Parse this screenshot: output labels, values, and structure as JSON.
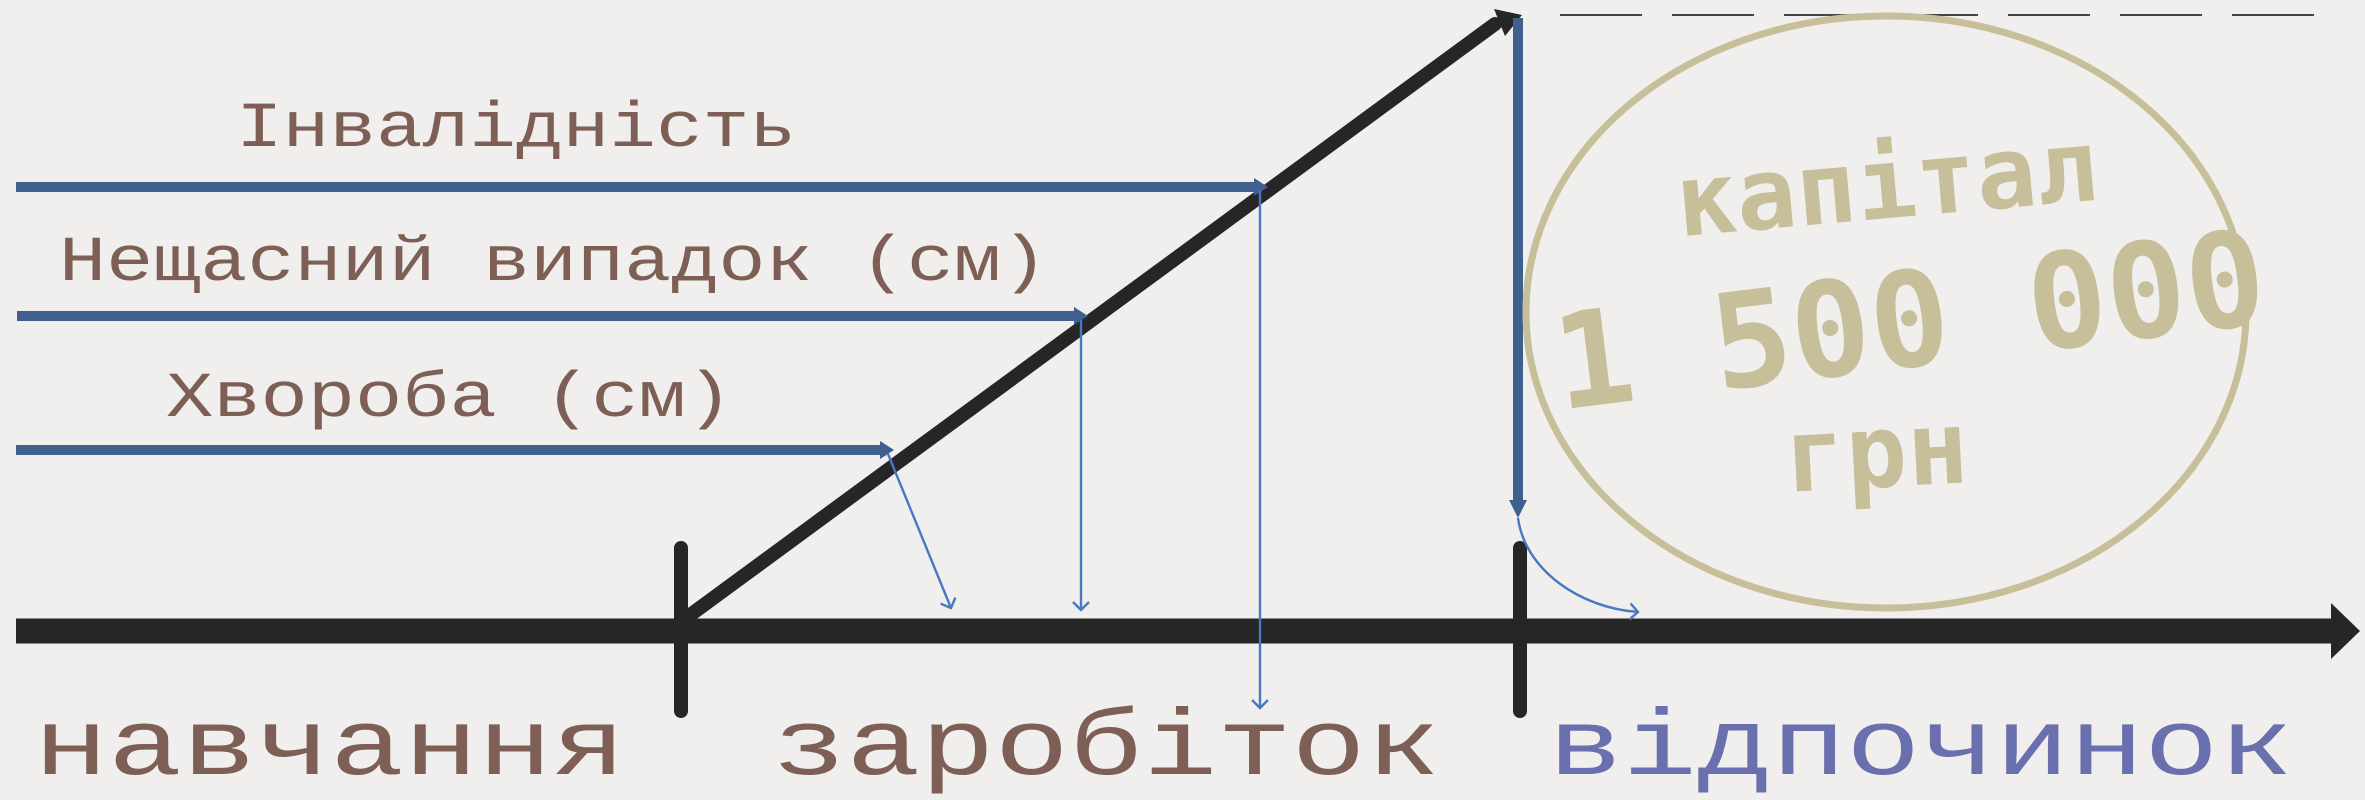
{
  "risks": {
    "disability": "Інвалідність",
    "accident": "Нещасний випадок (см)",
    "illness": "Хвороба (см)"
  },
  "phases": {
    "study": "навчання",
    "earning": "заробіток",
    "rest": "відпочинок"
  },
  "stamp": {
    "line1": "капітал",
    "amount": "1 500 000",
    "currency": "грн"
  },
  "colors": {
    "background": "#f0efee",
    "axis": "#262626",
    "risk_arrow": "#3f5f8f",
    "thin_arrow": "#4a78c0",
    "brown_text": "#7d5f55",
    "rest_text": "#6a6fae",
    "stamp": "#c7bf9a"
  },
  "icons": {
    "timeline": "right-arrow",
    "growth": "diagonal-arrow"
  }
}
